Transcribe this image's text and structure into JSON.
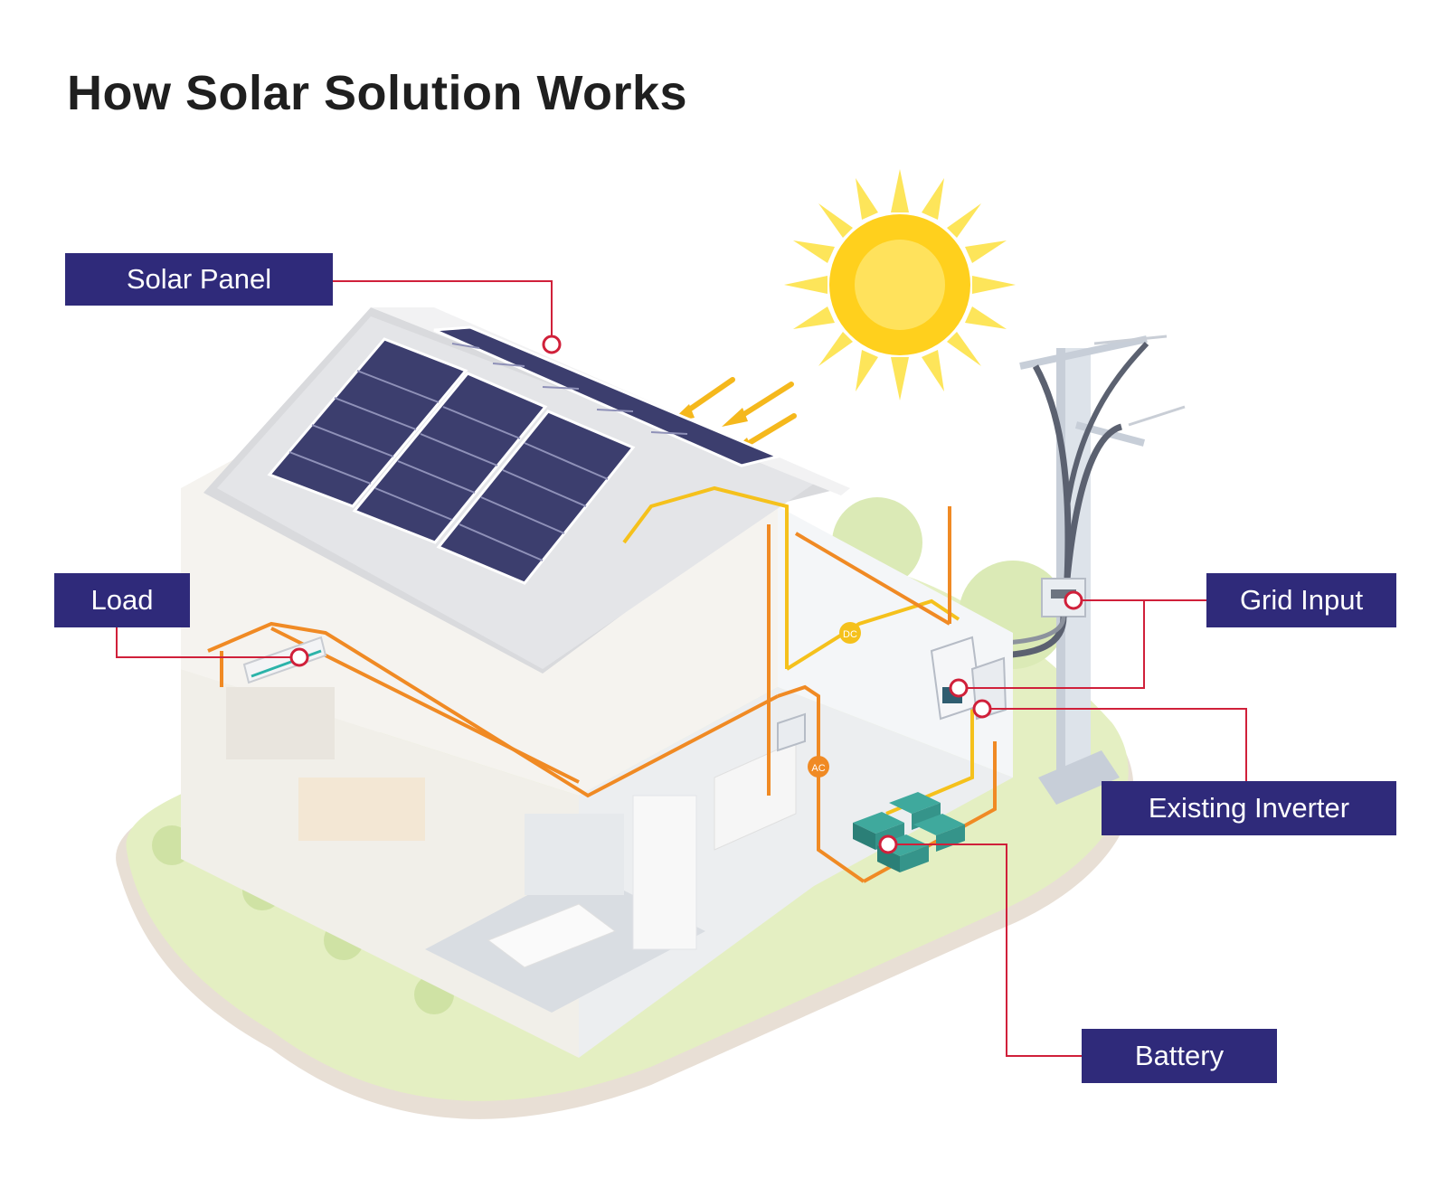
{
  "title": "How Solar Solution Works",
  "labels": {
    "solar_panel": "Solar Panel",
    "load": "Load",
    "grid_input": "Grid Input",
    "existing_inverter": "Existing Inverter",
    "battery": "Battery"
  },
  "wire_tags": {
    "dc": "DC",
    "ac": "AC"
  },
  "colors": {
    "label_bg": "#2f2a7a",
    "label_text": "#ffffff",
    "leader_line": "#d0203a",
    "ac_wire": "#f08a24",
    "dc_wire": "#f5c11c",
    "sun": "#ffd92a",
    "panel": "#3c3e6e",
    "ground": "#e4efc2"
  },
  "icons": [
    "sun-icon",
    "solar-panel-icon",
    "utility-pole-icon",
    "battery-icon",
    "inverter-icon",
    "air-conditioner-icon"
  ]
}
